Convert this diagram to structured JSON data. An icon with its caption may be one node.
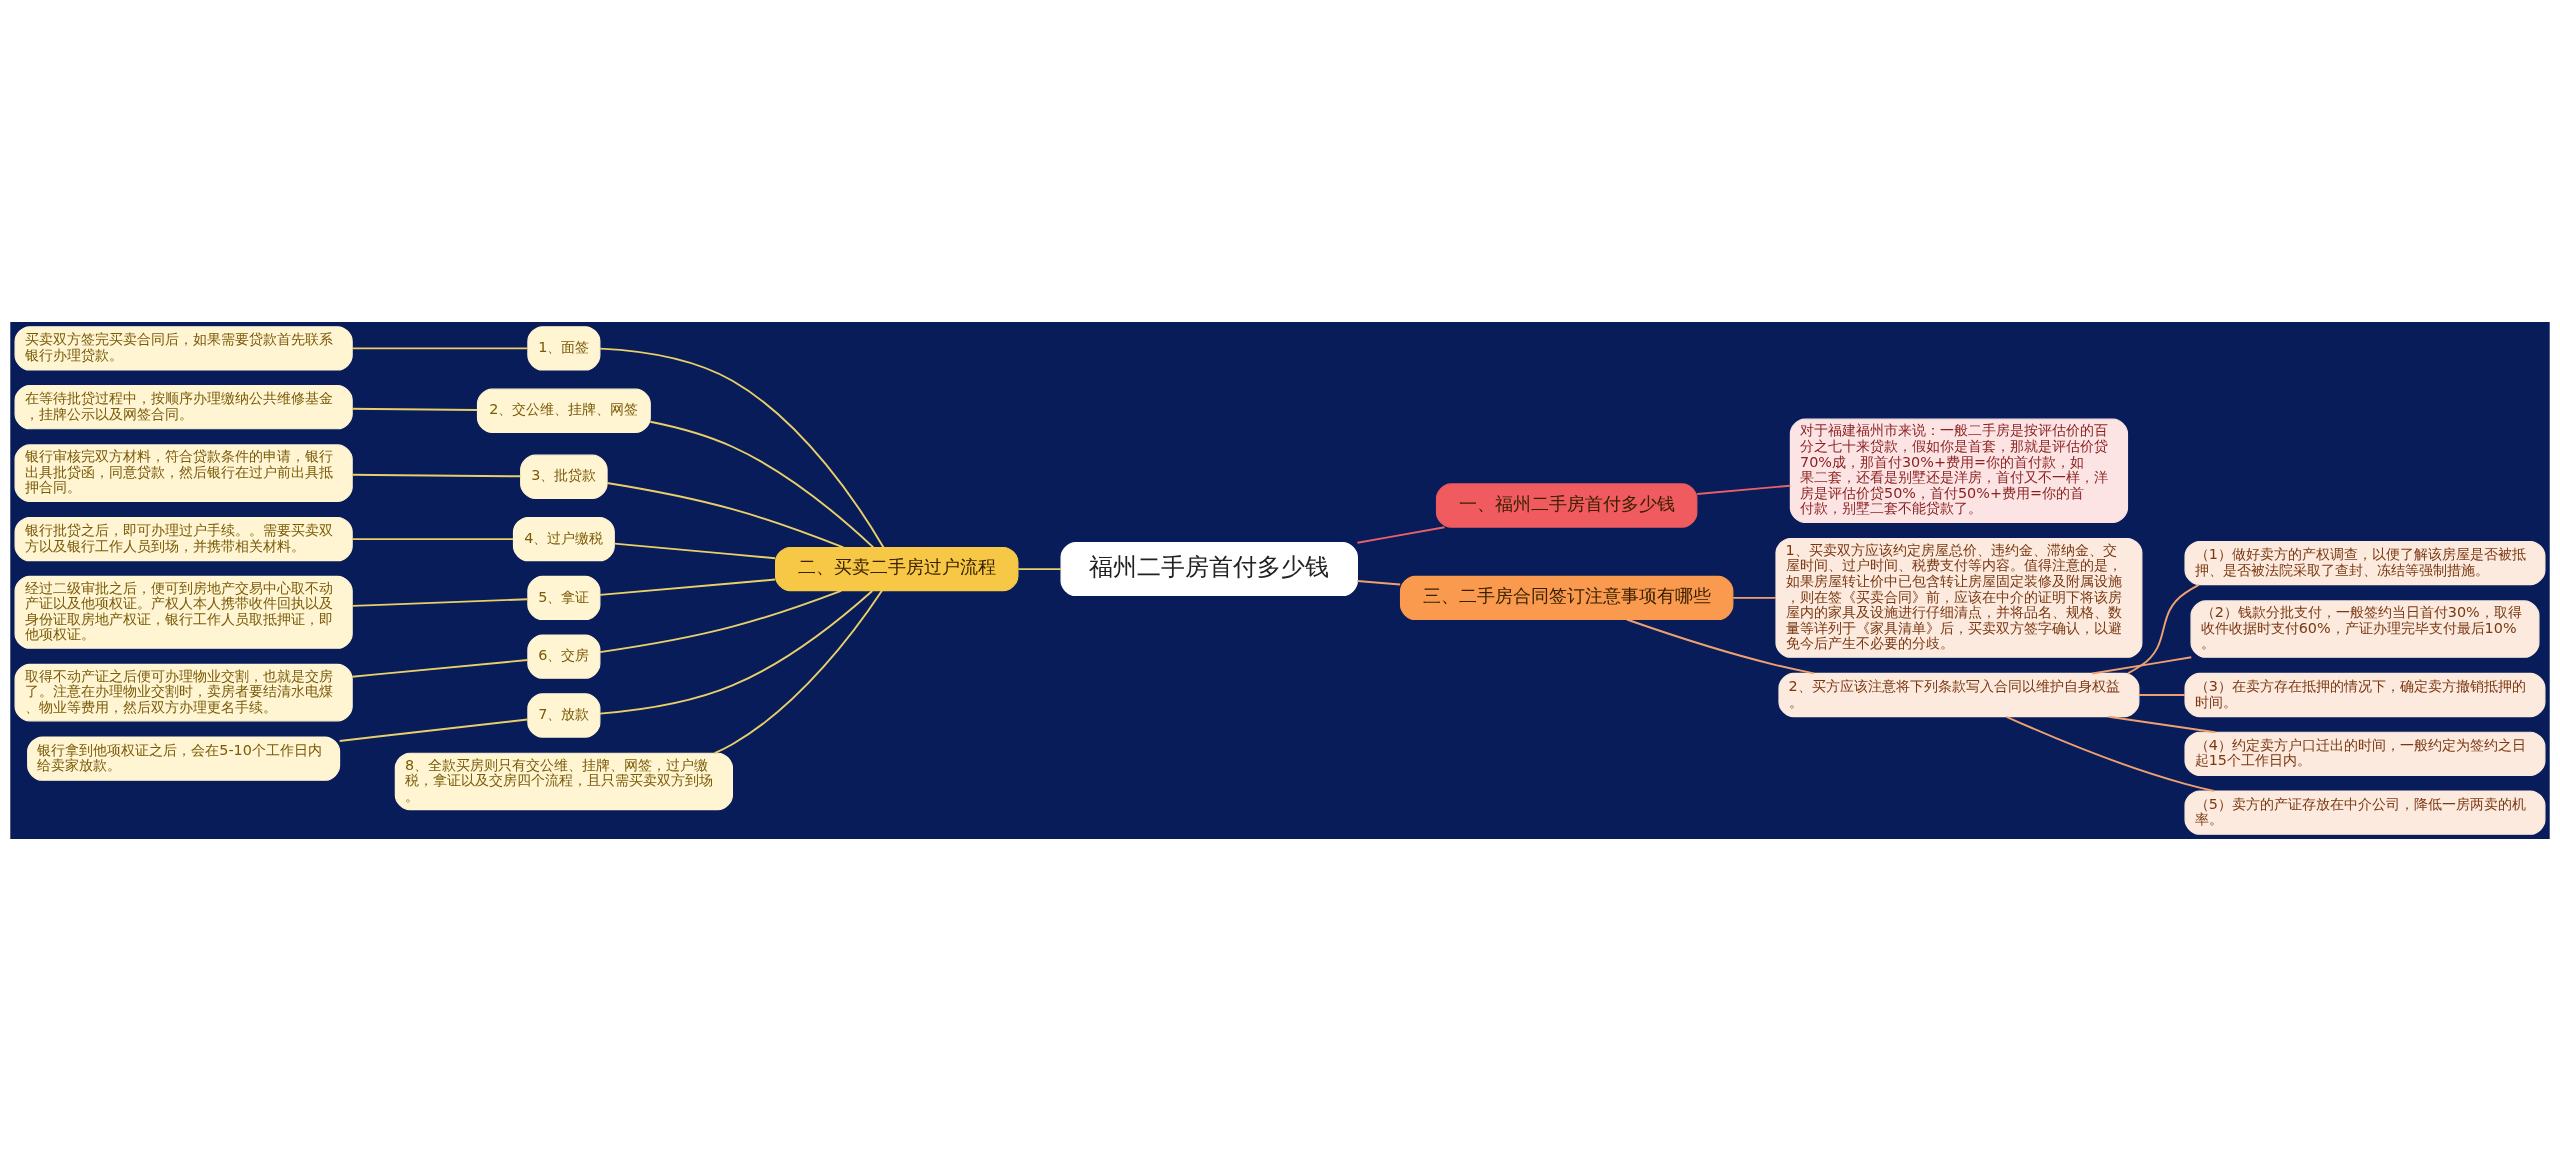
{
  "diagram": {
    "nodes": [
      {
        "text": [
          "福州二手房首付多少钱"
        ]
      },
      {
        "text": [
          "一、福州二手房首付多少钱"
        ]
      },
      {
        "text": [
          "对于福建福州市来说：一般二手房是按评估价的百分之七十来贷款，假如你是首套，那就是评估价贷70%成，那首付30%+费用=你的首付款，如果二套，还看是别墅还是洋房，首付又不一样，洋房是评估价贷50%，首付50%+费用=你的首付款，别墅二套不能贷款了。"
        ]
      },
      {
        "text": [
          "二、买卖二手房过户流程"
        ]
      },
      {
        "text": [
          "1、面签"
        ]
      },
      {
        "text": [
          "买卖双方签完买卖合同后，如果需要贷款首先联系银行办理贷款。"
        ]
      },
      {
        "text": [
          "2、交公维、挂牌、网签"
        ]
      },
      {
        "text": [
          "在等待批贷过程中，按顺序办理缴纳公共维修基金，挂牌公示以及网签合同。"
        ]
      },
      {
        "text": [
          "3、批贷款"
        ]
      },
      {
        "text": [
          "银行审核完双方材料，符合贷款条件的申请，银行出具批贷函，同意贷款，然后银行在过户前出具抵押合同。"
        ]
      },
      {
        "text": [
          "4、过户缴税"
        ]
      },
      {
        "text": [
          "银行批贷之后，即可办理过户手续。。需要买卖双方以及银行工作人员到场，并携带相关材料。"
        ]
      },
      {
        "text": [
          "5、拿证"
        ]
      },
      {
        "text": [
          "经过二级审批之后，便可到房地产交易中心取不动产证以及他项权证。产权人本人携带收件回执以及身份证取房地产权证，银行工作人员取抵押证，即他项权证。"
        ]
      },
      {
        "text": [
          "6、交房"
        ]
      },
      {
        "text": [
          "取得不动产证之后便可办理物业交割，也就是交房了。注意在办理物业交割时，卖房者要结清水电煤、物业等费用，然后双方办理更名手续。"
        ]
      },
      {
        "text": [
          "7、放款"
        ]
      },
      {
        "text": [
          "银行拿到他项权证之后，会在5-10个工作日内给卖家放款。"
        ]
      },
      {
        "text": [
          "8、全款买房则只有交公维、挂牌、网签，过户缴税，拿证以及交房四个流程，且只需买卖双方到场。"
        ]
      },
      {
        "text": [
          "三、二手房合同签订注意事项有哪些"
        ]
      },
      {
        "text": [
          "1、买卖双方应该约定房屋总价、违约金、滞纳金、交屋时间、过户时间、税费支付等内容。值得注意的是，如果房屋转让价中已包含转让房屋固定装修及附属设施，则在签《买卖合同》前，应该在中介的证明下将该房屋内的家具及设施进行仔细清点，并将品名、规格、数量等详列于《家具清单》后，买卖双方签字确认，以避免今后产生不必要的分歧。"
        ]
      },
      {
        "text": [
          "2、买方应该注意将下列条款写入合同以维护自身权益。"
        ]
      },
      {
        "text": [
          "（1）做好卖方的产权调查，以便了解该房屋是否被抵押、是否被法院采取了查封、冻结等强制措施。"
        ]
      },
      {
        "text": [
          "（2）钱款分批支付，一般签约当日首付30%，取得收件收据时支付60%，产证办理完毕支付最后10%。"
        ]
      },
      {
        "text": [
          "（3）在卖方存在抵押的情况下，确定卖方撤销抵押的时间。"
        ]
      },
      {
        "text": [
          "（4）约定卖方户口迁出的时间，一般约定为签约之日起15个工作日内。"
        ]
      },
      {
        "text": [
          "（5）卖方的产证存放在中介公司，降低一房两卖的机率。"
        ]
      }
    ],
    "edges": [
      {
        "from": 0,
        "to": 1,
        "arrow": "none",
        "color": "#e8606a"
      },
      {
        "from": 1,
        "to": 2,
        "arrow": "none",
        "color": "#e8606a"
      },
      {
        "from": 0,
        "to": 3,
        "arrow": "none"
      },
      {
        "from": 3,
        "to": 4,
        "arrow": "none"
      },
      {
        "from": 4,
        "to": 5,
        "arrow": "none"
      },
      {
        "from": 3,
        "to": 6,
        "arrow": "none"
      },
      {
        "from": 6,
        "to": 7,
        "arrow": "none"
      },
      {
        "from": 3,
        "to": 8,
        "arrow": "none"
      },
      {
        "from": 8,
        "to": 9,
        "arrow": "none"
      },
      {
        "from": 3,
        "to": 10,
        "arrow": "none"
      },
      {
        "from": 10,
        "to": 11,
        "arrow": "none"
      },
      {
        "from": 3,
        "to": 12,
        "arrow": "none"
      },
      {
        "from": 12,
        "to": 13,
        "arrow": "none"
      },
      {
        "from": 3,
        "to": 14,
        "arrow": "none"
      },
      {
        "from": 14,
        "to": 15,
        "arrow": "none"
      },
      {
        "from": 3,
        "to": 16,
        "arrow": "none"
      },
      {
        "from": 16,
        "to": 17,
        "arrow": "none"
      },
      {
        "from": 3,
        "to": 18,
        "arrow": "none"
      },
      {
        "from": 0,
        "to": 19,
        "arrow": "none",
        "color": "#f0a070"
      },
      {
        "from": 19,
        "to": 20,
        "arrow": "none",
        "color": "#f0a070"
      },
      {
        "from": 19,
        "to": 21,
        "arrow": "none",
        "color": "#f0a070"
      },
      {
        "from": 21,
        "to": 22,
        "arrow": "none",
        "color": "#f0a070"
      },
      {
        "from": 21,
        "to": 23,
        "arrow": "none",
        "color": "#f0a070"
      },
      {
        "from": 21,
        "to": 24,
        "arrow": "none",
        "color": "#f0a070"
      },
      {
        "from": 21,
        "to": 25,
        "arrow": "none",
        "color": "#f0a070"
      },
      {
        "from": 21,
        "to": 26,
        "arrow": "none",
        "color": "#f0a070"
      }
    ]
  }
}
